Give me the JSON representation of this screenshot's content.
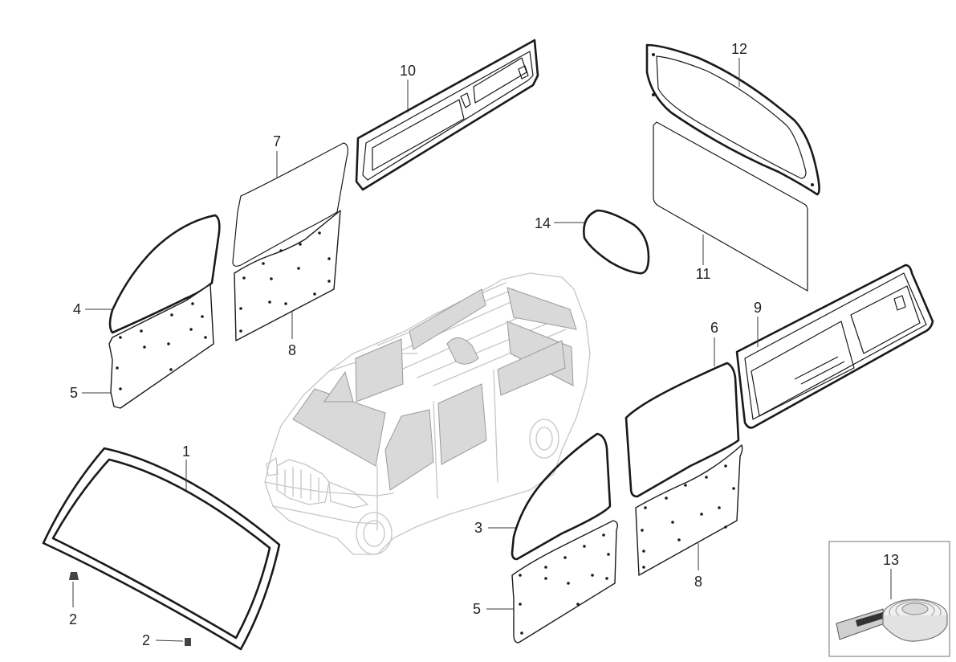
{
  "diagram": {
    "callouts": {
      "windshield": "1",
      "clip_a": "2",
      "clip_b": "2",
      "front_door_glass_right": "3",
      "front_door_glass_left": "4",
      "trim_panel_left": "5",
      "trim_panel_right": "5",
      "sliding_door_glass_right": "6",
      "sliding_door_glass_left": "7",
      "slider_trim_left": "8",
      "slider_trim_right": "8",
      "side_window_right": "9",
      "side_window_left": "10",
      "rear_glass": "11",
      "rear_glass_frame": "12",
      "sealing_tape": "13",
      "roof_glass": "14"
    }
  }
}
